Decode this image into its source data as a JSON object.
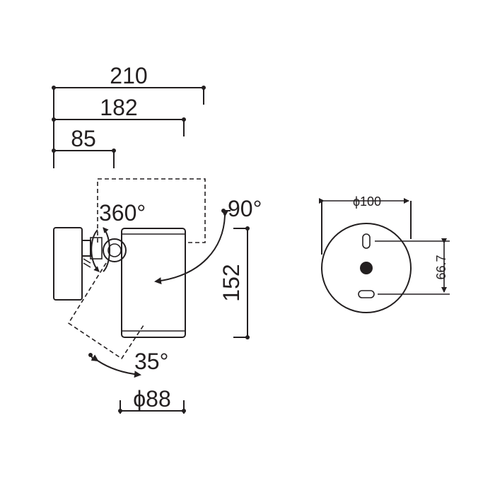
{
  "drawing": {
    "width_overall": "210",
    "width_middle": "182",
    "width_arm": "85",
    "height_head": "152",
    "diameter_head": "ϕ88",
    "diameter_base": "ϕ100",
    "mounting_pitch": "66.7",
    "rotation_horizontal": "360°",
    "tilt_up": "90°",
    "tilt_down": "35°"
  },
  "colors": {
    "line": "#231f20",
    "background": "#ffffff"
  }
}
